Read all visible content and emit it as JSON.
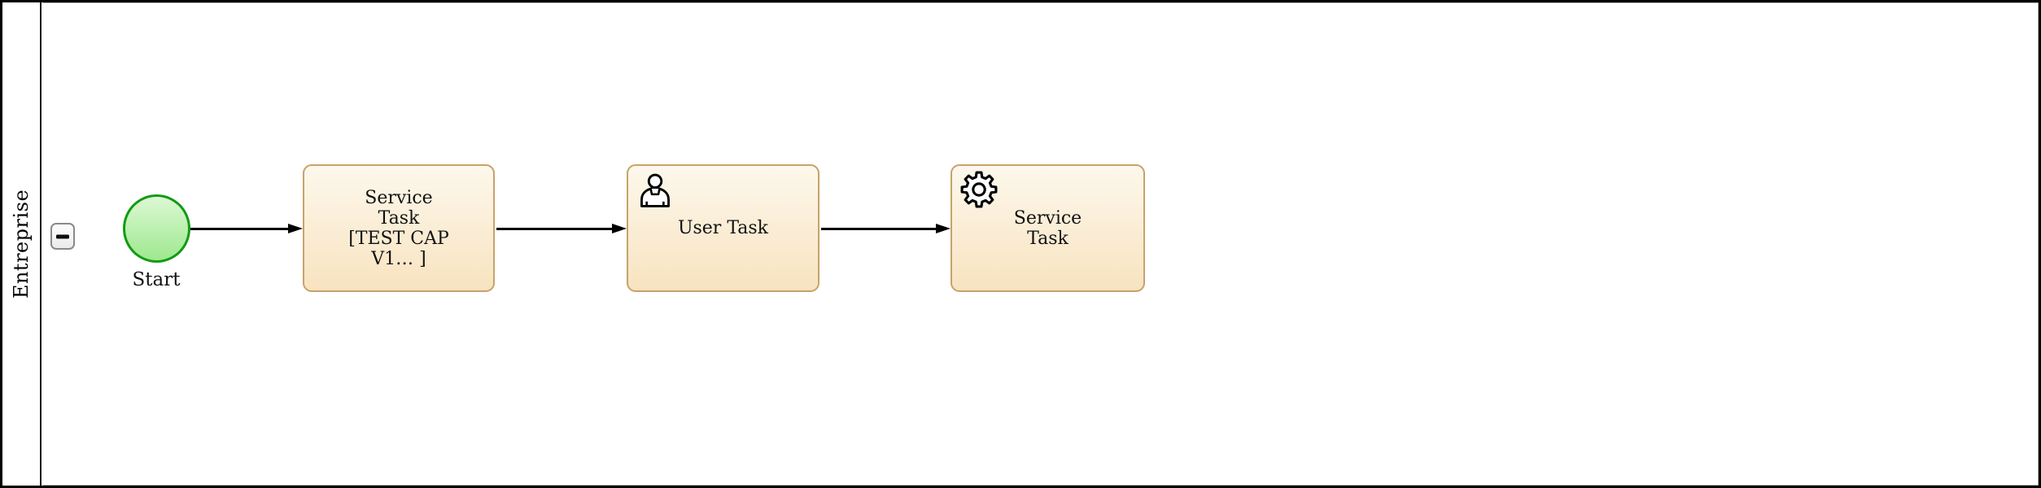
{
  "pool": {
    "lane_label": "Entreprise"
  },
  "icons": {
    "collapse": "minus-icon",
    "user_task": "user-icon",
    "service_task": "gear-icon",
    "flow_arrowhead": "arrowhead-icon"
  },
  "process": {
    "start_event": {
      "label": "Start"
    },
    "tasks": [
      {
        "label_lines": [
          "Service",
          "Task",
          "[TEST CAP",
          "V1… ]"
        ]
      },
      {
        "label_lines": [
          "User Task"
        ],
        "icon": "user-icon"
      },
      {
        "label_lines": [
          "Service",
          "Task"
        ],
        "icon": "gear-icon"
      }
    ]
  },
  "colors": {
    "task-border": "#C8A26A",
    "task-fill-top": "#FDF8EC",
    "task-fill-bottom": "#F8E3C0",
    "start-border": "#129B12",
    "start-fill-top": "#DCF8D4",
    "start-fill-bottom": "#9EE88E",
    "arrow": "#000000",
    "pool-border": "#000000",
    "lane-inner-line": "#B3B3B3",
    "collapse-border": "#8A8A8A"
  }
}
